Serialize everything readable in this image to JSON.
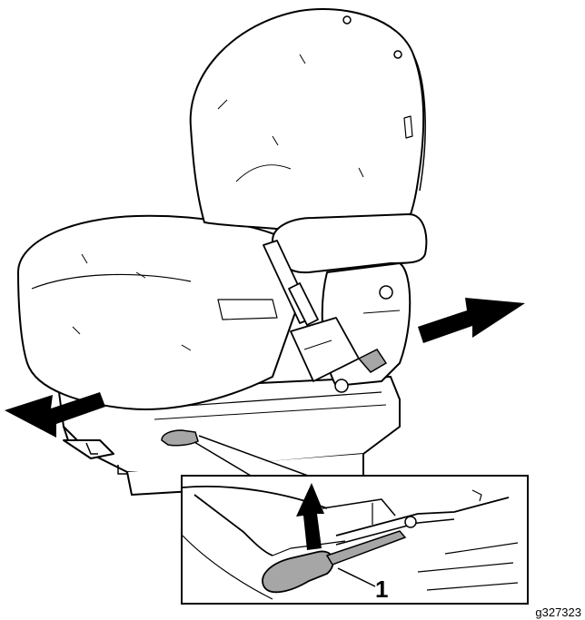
{
  "figure": {
    "callout_number": "1",
    "figure_id": "g327323",
    "subject": "seat-slide-adjustment-lever",
    "highlight_color": "#a6a6a6",
    "arrow_color": "#000000",
    "line_color": "#000000"
  }
}
